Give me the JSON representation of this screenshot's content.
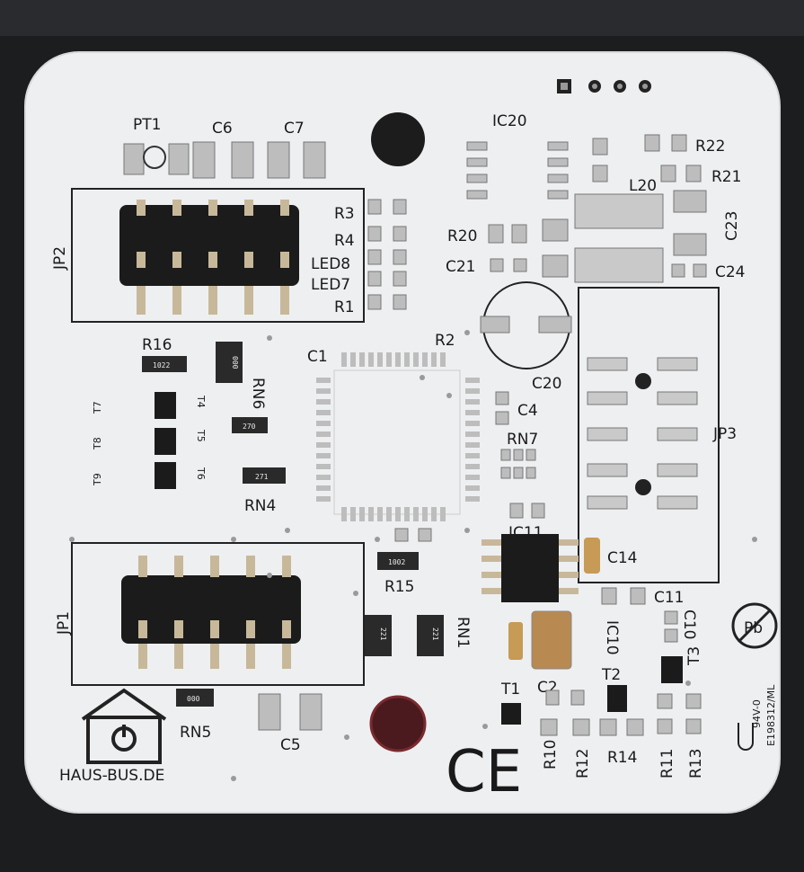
{
  "board": {
    "labels": {
      "pt1": "PT1",
      "c6": "C6",
      "c7": "C7",
      "r3": "R3",
      "r4": "R4",
      "led8": "LED8",
      "led7": "LED7",
      "r1": "R1",
      "jp2": "JP2",
      "jp1": "JP1",
      "jp3": "JP3",
      "r16": "R16",
      "rn6": "RN6",
      "rn4": "RN4",
      "rn5": "RN5",
      "c1": "C1",
      "r2": "R2",
      "c1b": "C1",
      "ic20": "IC20",
      "r22": "R22",
      "r21": "R21",
      "r20": "R20",
      "c21": "C21",
      "c23": "C23",
      "c24": "C24",
      "l20": "L20",
      "c20": "C20",
      "c4": "C4",
      "rn7": "RN7",
      "ic11": "IC11",
      "c14": "C14",
      "r15": "R15",
      "rn1": "RN1",
      "ic10": "IC10",
      "c11": "C11",
      "c10": "C10",
      "t1": "T1",
      "t2": "T2",
      "t3": "T3",
      "c2": "C2",
      "r10": "R10",
      "r12": "R12",
      "r14": "R14",
      "r11": "R11",
      "r13": "R13",
      "c5": "C5",
      "t9": "T9",
      "t8": "T8",
      "t7": "T7",
      "t6": "T6",
      "t5": "T5",
      "t4": "T4",
      "brand": "HAUS-BUS.DE",
      "ul": "94V-0",
      "ul_code": "E198312/ML"
    },
    "chip_markings": {
      "r16": "1022",
      "rn6": "000",
      "rn3": "270",
      "rn4": "271",
      "r15": "1002",
      "rn2": "221",
      "rn1": "221",
      "rn5": "000"
    },
    "marks": {
      "ce": "CE",
      "pb": "Pb"
    }
  }
}
